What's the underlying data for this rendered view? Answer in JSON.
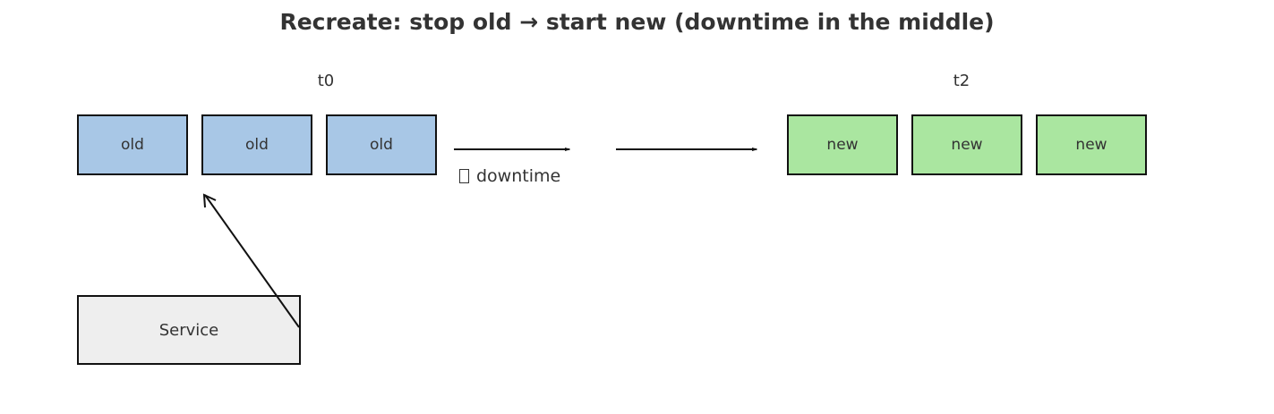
{
  "title": "Recreate: stop old → start new (downtime in the middle)",
  "phases": {
    "left_label": "t0",
    "right_label": "t2"
  },
  "old_pods": [
    {
      "label": "old"
    },
    {
      "label": "old"
    },
    {
      "label": "old"
    }
  ],
  "new_pods": [
    {
      "label": "new"
    },
    {
      "label": "new"
    },
    {
      "label": "new"
    }
  ],
  "downtime": {
    "icon": "warning-icon",
    "label": "downtime"
  },
  "service": {
    "label": "Service"
  },
  "colors": {
    "old_fill": "#a8c7e6",
    "new_fill": "#aae6a0",
    "service_fill": "#eeeeee",
    "border": "#111111",
    "text": "#333333"
  }
}
